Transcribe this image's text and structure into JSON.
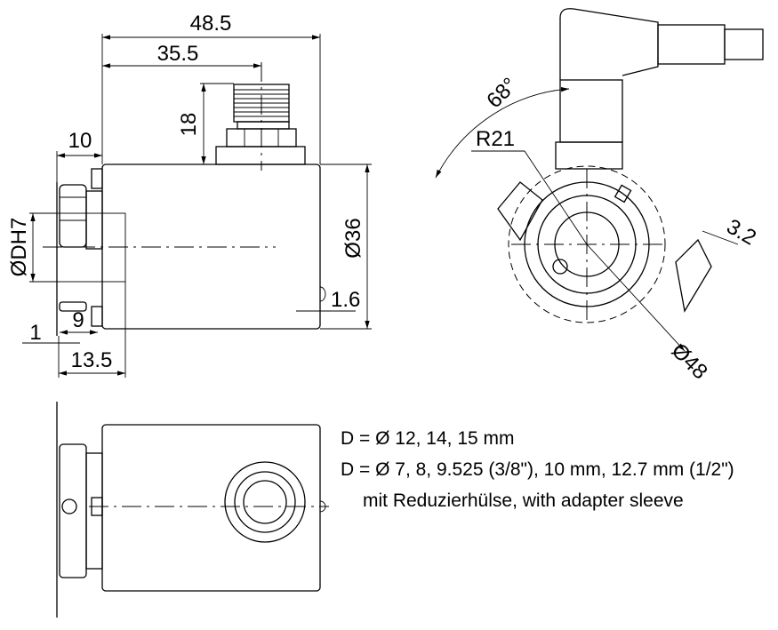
{
  "side_view": {
    "dim_overall_length": "48.5",
    "dim_connector_position": "35.5",
    "dim_connector_height": "18",
    "dim_flange_offset": "10",
    "dim_shaft_bore": "ØDH7",
    "dim_body_diameter": "Ø36",
    "dim_gap": "1.6",
    "dim_clamp_width": "9",
    "dim_plate_thickness": "1",
    "dim_bore_depth": "13.5"
  },
  "front_view": {
    "dim_angle": "68°",
    "dim_radius": "R21",
    "dim_slot": "3.2",
    "dim_outer_diameter": "Ø48"
  },
  "notes": {
    "line1": "D = Ø 12, 14, 15 mm",
    "line2": "D = Ø 7, 8, 9.525 (3/8\"), 10 mm, 12.7 mm (1/2\")",
    "line3": "mit Reduzierhülse, with adapter sleeve"
  }
}
